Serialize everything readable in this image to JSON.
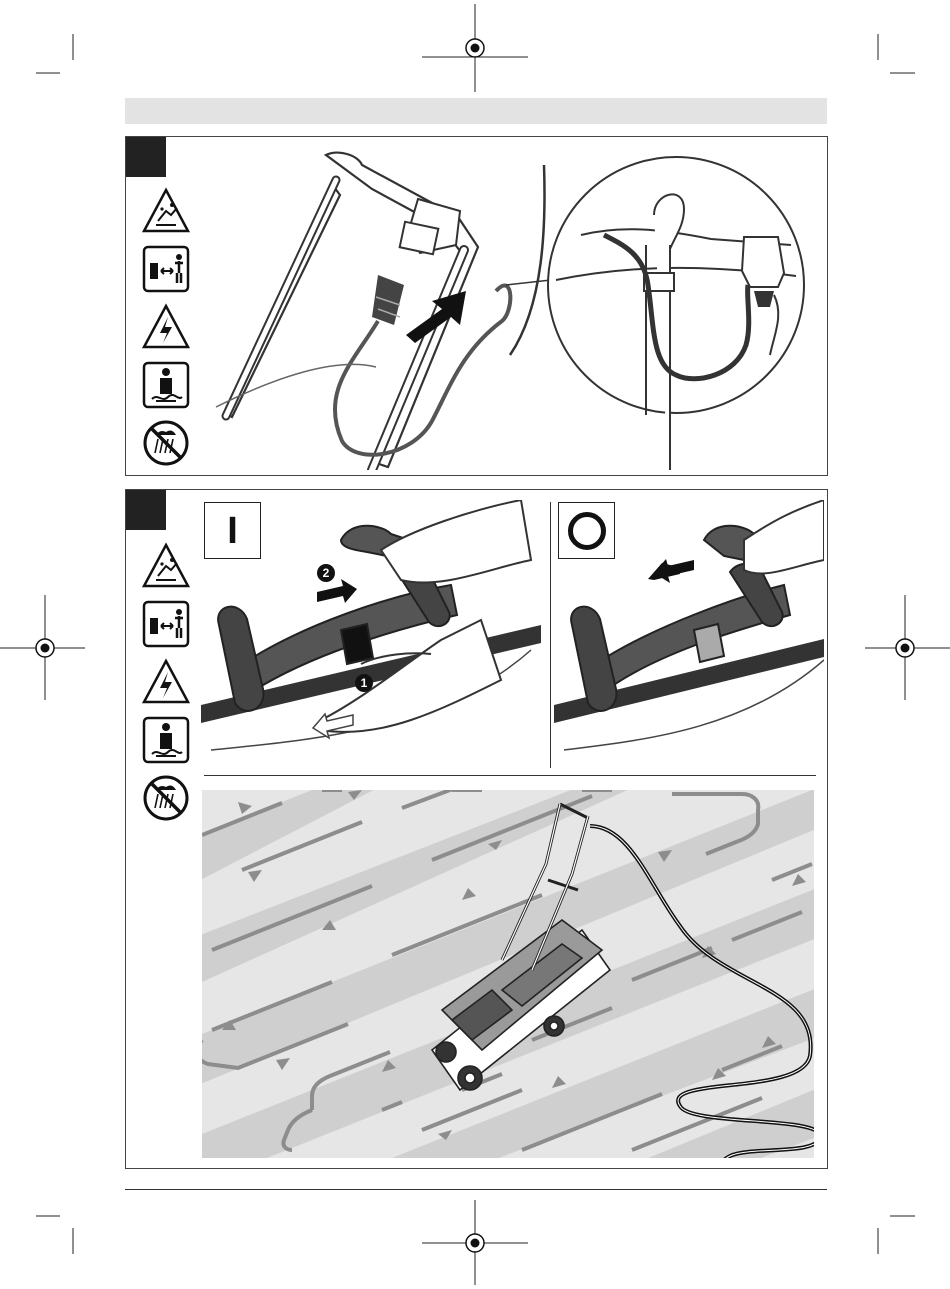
{
  "page": {
    "header_band": "",
    "sections": [
      {
        "id": "a",
        "number": ""
      },
      {
        "id": "b",
        "number": ""
      }
    ]
  },
  "icons": [
    {
      "name": "thrown-objects-warning-icon"
    },
    {
      "name": "keep-bystanders-away-icon"
    },
    {
      "name": "electric-shock-warning-icon"
    },
    {
      "name": "wear-protective-equipment-icon"
    },
    {
      "name": "do-not-use-in-rain-icon"
    }
  ],
  "switch_states": {
    "on_symbol": "I",
    "off_symbol": "O"
  },
  "steps": {
    "step_1": "1",
    "step_2": "2"
  },
  "colors": {
    "frame": "#444444",
    "header_band": "#e3e3e3",
    "grass_light": "#e6e6e6",
    "grass_dark": "#cfcfcf",
    "arrow": "#7d7d7d",
    "cable": "#333333"
  }
}
